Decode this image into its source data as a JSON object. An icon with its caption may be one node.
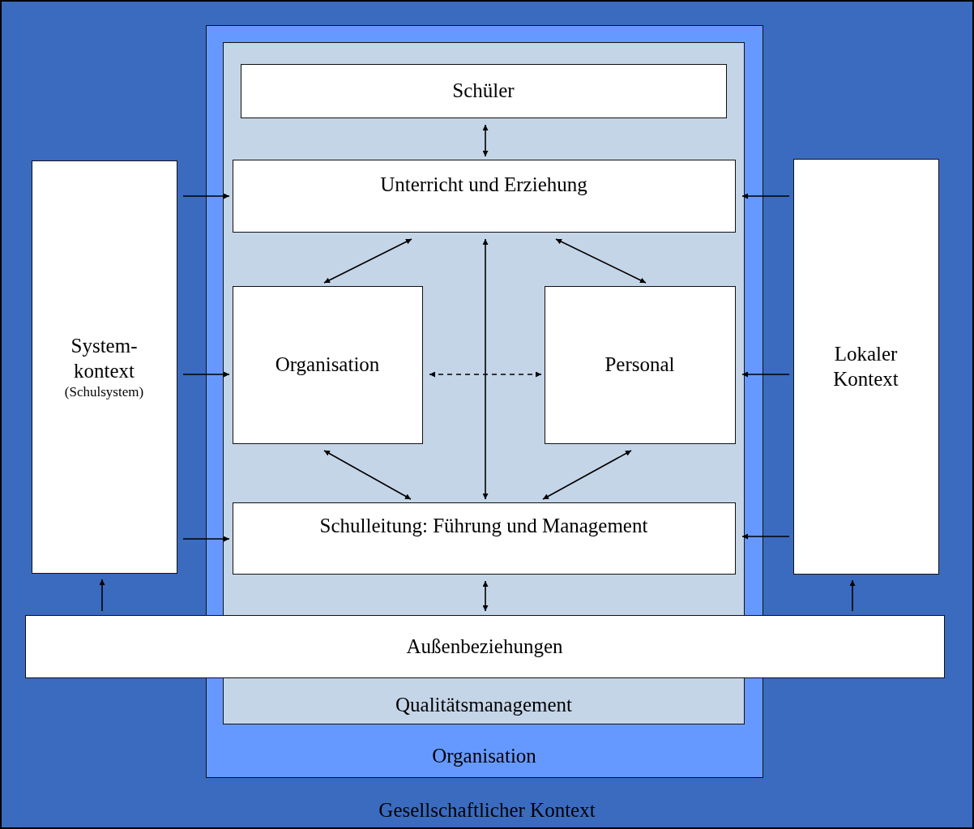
{
  "diagram": {
    "nodes": [
      {
        "text": [
          "Gesellschaftlicher Kontext"
        ]
      },
      {
        "text": [
          "Organisation"
        ],
        "in": 0
      },
      {
        "text": [
          "Qualitätsmanagement"
        ],
        "in": 1
      },
      {
        "text": [
          "Schüler"
        ],
        "in": 2
      },
      {
        "text": [
          "System- kontext",
          "(Schulsystem)"
        ],
        "in": 0
      },
      {
        "text": [
          "Unterricht und Erziehung"
        ],
        "in": 2
      },
      {
        "text": [
          "Lokaler Kontext"
        ],
        "in": 0
      },
      {
        "text": [
          "Organisation"
        ],
        "in": 2
      },
      {
        "text": [
          "Personal"
        ],
        "in": 2
      },
      {
        "text": [
          "Schulleitung: Führung und Management"
        ],
        "in": 2
      },
      {
        "text": [
          "Außenbeziehungen"
        ],
        "in": 0
      }
    ],
    "edges": [
      {
        "from": 3,
        "to": 5,
        "arrow": "both"
      },
      {
        "from": 4,
        "to": 5,
        "arrow": "to"
      },
      {
        "from": 4,
        "to": 7,
        "arrow": "to"
      },
      {
        "from": 4,
        "to": 9,
        "arrow": "to"
      },
      {
        "from": 6,
        "to": 5,
        "arrow": "to"
      },
      {
        "from": 6,
        "to": 8,
        "arrow": "to"
      },
      {
        "from": 6,
        "to": 9,
        "arrow": "to"
      },
      {
        "from": 5,
        "to": 7,
        "arrow": "both"
      },
      {
        "from": 5,
        "to": 8,
        "arrow": "both"
      },
      {
        "from": 5,
        "to": 9,
        "arrow": "both"
      },
      {
        "from": 7,
        "to": 8,
        "arrow": "both",
        "style": "dashed"
      },
      {
        "from": 7,
        "to": 9,
        "arrow": "both"
      },
      {
        "from": 8,
        "to": 9,
        "arrow": "both"
      },
      {
        "from": 9,
        "to": 10,
        "arrow": "both"
      },
      {
        "from": 10,
        "to": 4,
        "arrow": "to"
      },
      {
        "from": 10,
        "to": 6,
        "arrow": "to"
      }
    ]
  }
}
